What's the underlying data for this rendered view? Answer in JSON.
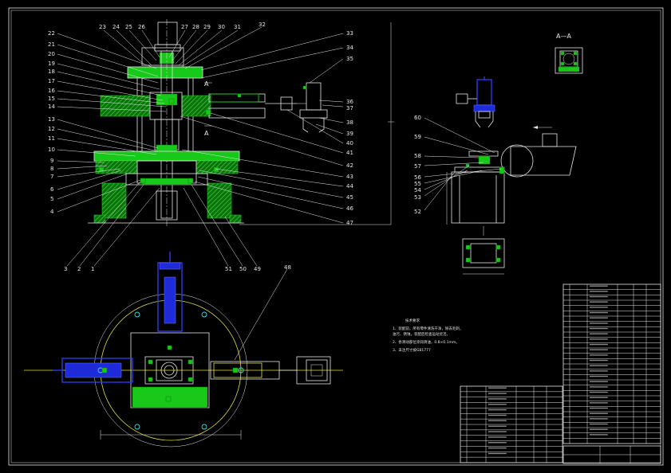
{
  "drawing": {
    "section_label": "A—A",
    "section_mark": "A",
    "tech_note_title": "技术要求",
    "tech_notes": [
      "1、装配前，所有零件清洗干净，除去毛刺，",
      "   油污、锈蚀，装配后检查运动灵活。",
      "2、各滑动部位涂润滑油，0.8×0.1mm。",
      "3、未注尺寸按GB1777"
    ],
    "label_color": "#e6e6e6",
    "part_color": "#19c919",
    "cylinder_color": "#2f3cff",
    "circle_color": "#e0e040",
    "callouts_top": [
      "23",
      "24",
      "25",
      "26",
      "27",
      "28",
      "29",
      "30",
      "31",
      "32"
    ],
    "callouts_left": [
      "22",
      "21",
      "20",
      "19",
      "18",
      "17",
      "16",
      "15",
      "14",
      "13",
      "12",
      "11",
      "10",
      "9",
      "8",
      "7",
      "6",
      "5",
      "4"
    ],
    "callouts_right": [
      "33",
      "34",
      "35",
      "36",
      "37",
      "38",
      "39",
      "40",
      "41",
      "42",
      "43",
      "44",
      "45",
      "46",
      "47"
    ],
    "callouts_bottom": [
      "3",
      "2",
      "1",
      "51",
      "50",
      "49"
    ],
    "callout_plan": "48",
    "callouts_arm": [
      "60",
      "59",
      "58",
      "57",
      "56",
      "55",
      "54",
      "53",
      "52"
    ]
  }
}
